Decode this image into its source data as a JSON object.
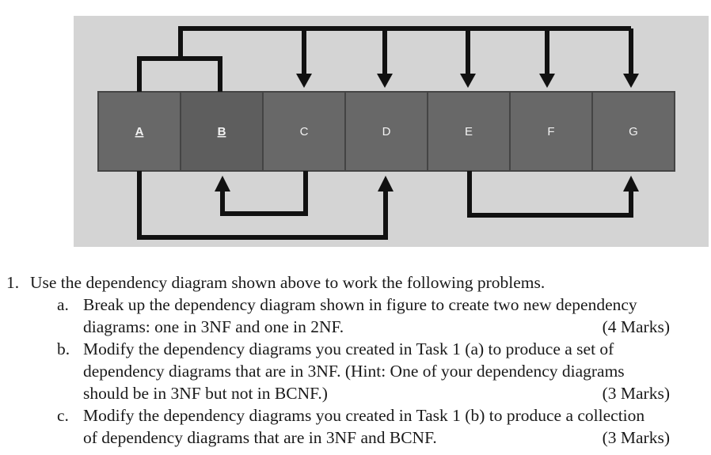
{
  "diagram": {
    "attributes": [
      {
        "label": "A",
        "key": true
      },
      {
        "label": "B",
        "key": true
      },
      {
        "label": "C",
        "key": false
      },
      {
        "label": "D",
        "key": false
      },
      {
        "label": "E",
        "key": false
      },
      {
        "label": "F",
        "key": false
      },
      {
        "label": "G",
        "key": false
      }
    ],
    "colors": {
      "panel": "#d4d4d4",
      "box": "#6a6a6a",
      "box_dark": "#4a4a4a",
      "line": "#111111"
    }
  },
  "question": {
    "number": "1.",
    "intro": "Use the dependency diagram shown above to work the following problems.",
    "parts": [
      {
        "letter": "a.",
        "lines": [
          "Break up the dependency diagram shown in figure to create two new dependency",
          "diagrams: one in 3NF and one in 2NF."
        ],
        "marks": "(4 Marks)"
      },
      {
        "letter": "b.",
        "lines": [
          "Modify the dependency diagrams you created in Task 1 (a) to produce a set of",
          "dependency diagrams that are in 3NF. (Hint: One of your dependency diagrams",
          "should be in 3NF but not in BCNF.)"
        ],
        "marks": "(3 Marks)"
      },
      {
        "letter": "c.",
        "lines": [
          "Modify the dependency diagrams you created in Task 1 (b) to produce a collection",
          "of dependency diagrams that are in 3NF and BCNF."
        ],
        "marks": "(3 Marks)"
      }
    ]
  }
}
